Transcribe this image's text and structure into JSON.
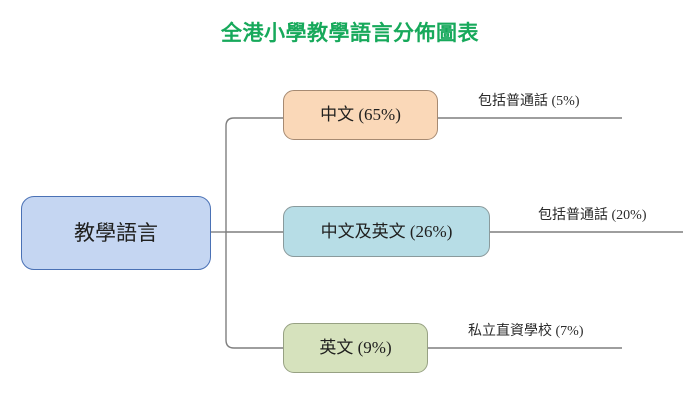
{
  "page": {
    "title": "全港小學教學語言分佈圖表",
    "title_color": "#17a95b",
    "background_color": "#ffffff"
  },
  "chart_data": {
    "type": "diagram",
    "diagram_kind": "horizontal-tree",
    "title": "全港小學教學語言分佈圖表",
    "root": {
      "label": "教學語言",
      "fill": "#c5d6f2",
      "stroke": "#4a71b5"
    },
    "categories": [
      "中文",
      "中文及英文",
      "英文"
    ],
    "values": [
      65,
      26,
      9
    ],
    "branches": [
      {
        "label": "中文 (65%)",
        "category": "中文",
        "percent": 65,
        "fill": "#fad8b8",
        "stroke": "#a68a72",
        "annotation": "包括普通話 (5%)",
        "annotation_percent": 5
      },
      {
        "label": "中文及英文 (26%)",
        "category": "中文及英文",
        "percent": 26,
        "fill": "#b7dde6",
        "stroke": "#8a9a9c",
        "annotation": "包括普通話 (20%)",
        "annotation_percent": 20
      },
      {
        "label": "英文 (9%)",
        "category": "英文",
        "percent": 9,
        "fill": "#d6e2bd",
        "stroke": "#97a183",
        "annotation": "私立直資學校 (7%)",
        "annotation_percent": 7
      }
    ],
    "connector_color": "#7f7f7f"
  }
}
